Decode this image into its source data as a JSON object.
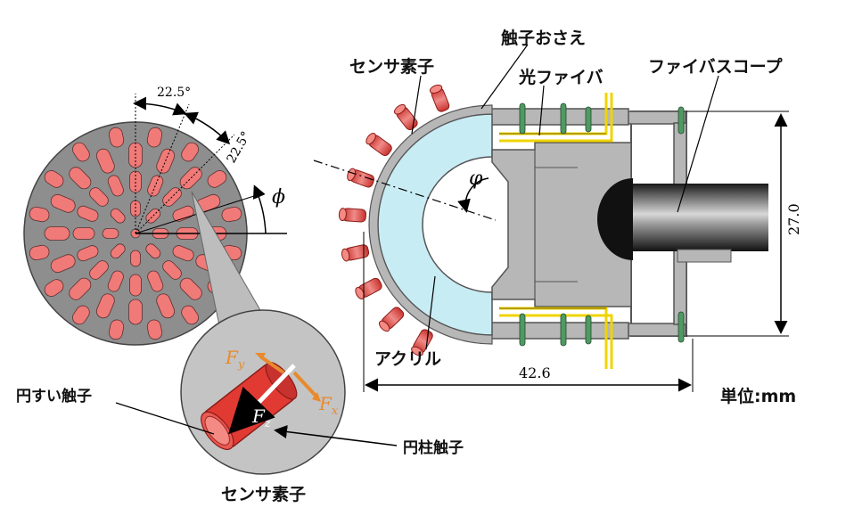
{
  "labels": {
    "sensor_element_top": "センサ素子",
    "contact_holder": "触子おさえ",
    "optical_fiber": "光ファイバ",
    "fiberscope": "ファイバスコープ",
    "acrylic": "アクリル",
    "cone_contact": "円すい触子",
    "cylinder_contact": "円柱触子",
    "sensor_element_bottom": "センサ素子",
    "unit": "単位",
    "unit_value": ":mm"
  },
  "dimensions": {
    "width": "42.6",
    "height": "27.0",
    "angle_1": "22.5°",
    "angle_2": "22.5°"
  },
  "symbols": {
    "phi_left": "ϕ",
    "phi_center": "φ",
    "force_x": "F",
    "force_x_sub": "x",
    "force_y": "F",
    "force_y_sub": "y",
    "force_z": "F",
    "force_z_sub": "z"
  },
  "colors": {
    "disk": "#8e8e8e",
    "element": "#f07a78",
    "element_dark": "#c8322e",
    "acrylic": "#c8ecf4",
    "housing": "#b7b7b7",
    "fiber_yellow": "#f0d400",
    "green_pin": "#4f9a62",
    "force_arrow": "#e88a2c"
  }
}
